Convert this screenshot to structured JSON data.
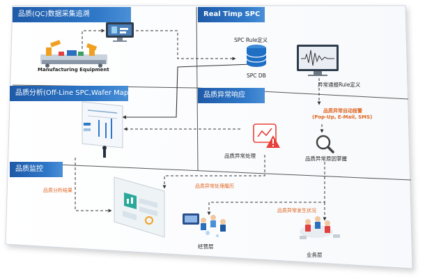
{
  "sections": {
    "qc_collect": "品质(QC)数据采集追溯",
    "spc": "Real Timp SPC",
    "offline": "品质分析(Off-Line SPC,Wafer Map)",
    "abnormal": "品质异常响应",
    "monitor": "品质监控"
  },
  "labels": {
    "manufacturing_equipment": "Manufacturing Equipment",
    "spc_rule": "SPC Rule定义",
    "spc_db": "SPC DB",
    "abnormal_notify_rule": "异常通报Rule定义",
    "auto_alarm_line1": "品质异常自动报警",
    "auto_alarm_line2": "(Pop-Up, E-Mail, SMS)",
    "abnormal_handling": "品质异常处理",
    "root_cause": "品质异常原因掌握",
    "handling_history": "品质异常处理履历",
    "analysis_result": "品质分析结果",
    "abnormal_occurrence": "品质异常发生状况",
    "manager": "经营层",
    "business": "业务层"
  },
  "colors": {
    "header_blue": "#1e5aa8",
    "accent_orange": "#e06520",
    "alarm_red": "#e8403a",
    "screen_teal": "#2aa89a",
    "db_blue": "#1f6fc4"
  }
}
